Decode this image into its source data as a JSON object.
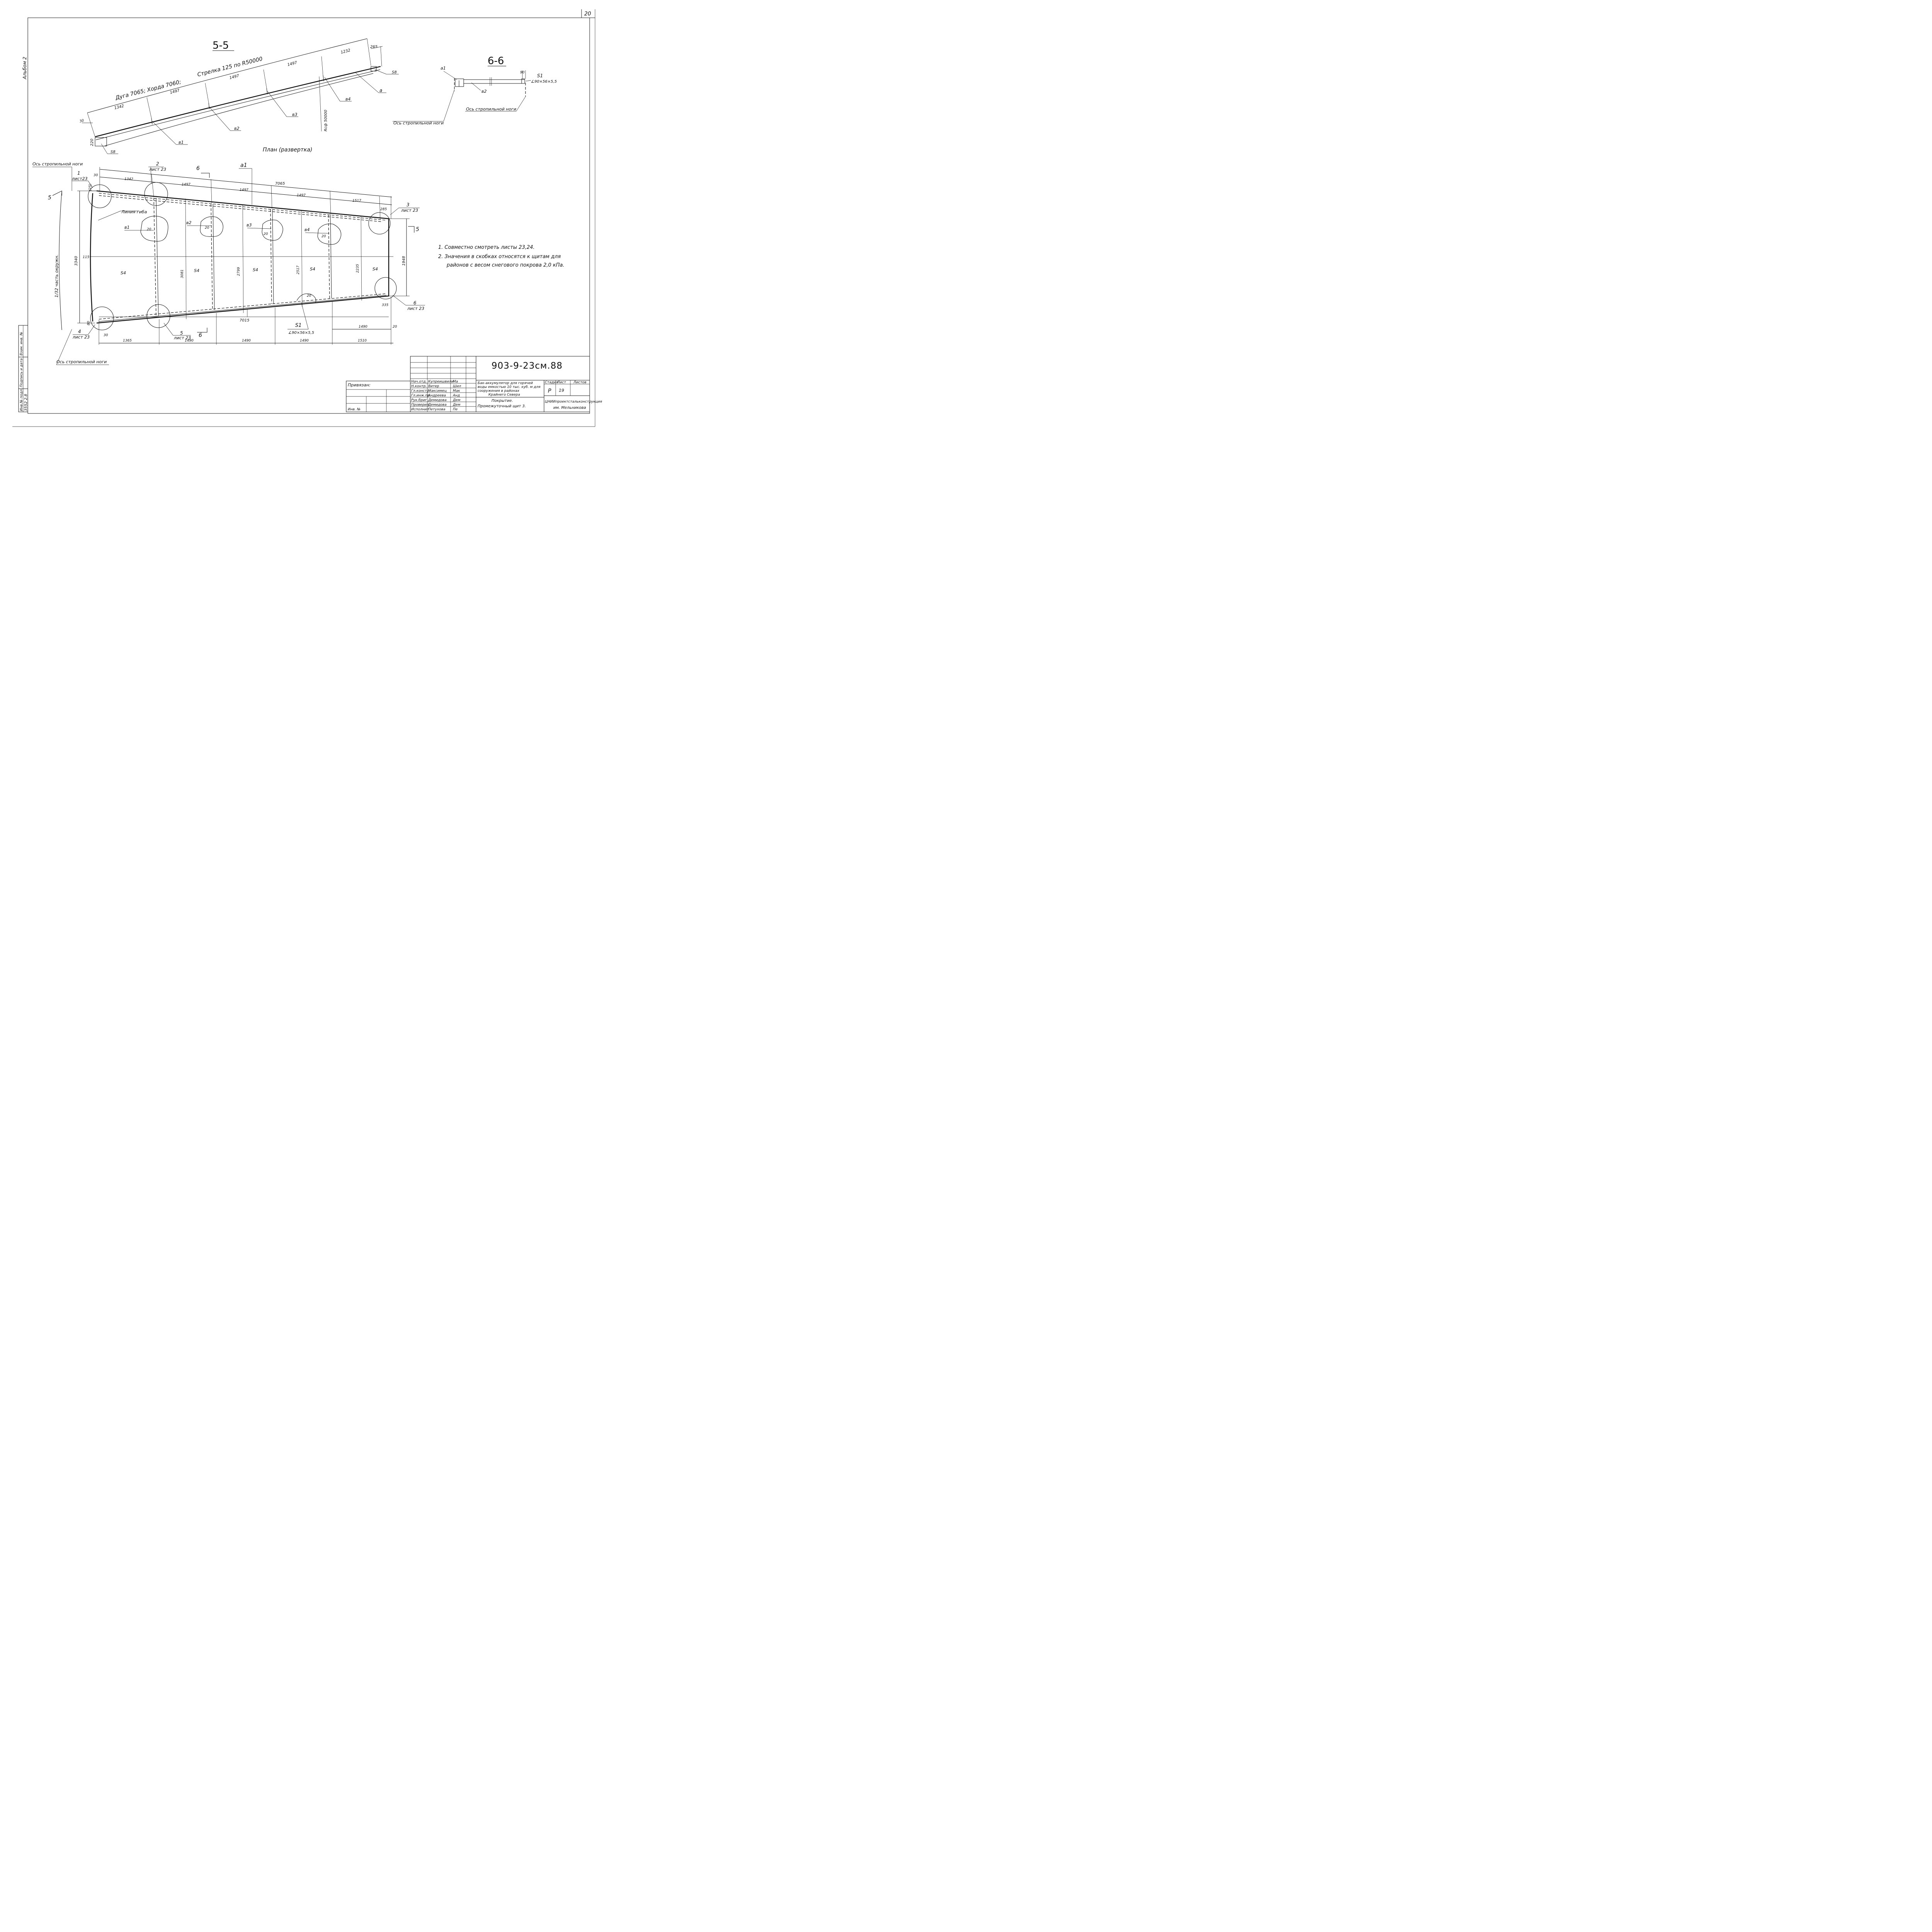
{
  "sheet": {
    "number": "20",
    "album": "Альбом 2"
  },
  "section_55": {
    "title": "5-5",
    "arc_label": "Дуга 7065; Хорда 7060;",
    "sag_label": "Стрелка 125 по R50000",
    "radius_label": "Rсф 50000",
    "dims": [
      "30",
      "1342",
      "1497",
      "1497",
      "1497",
      "1232",
      "265"
    ],
    "height_dim": "220",
    "labels": {
      "s8_left": "S8",
      "s8_right": "S8",
      "a": "a",
      "b1": "в1",
      "b2": "в2",
      "b3": "в3",
      "b4": "в4"
    }
  },
  "section_66": {
    "title": "6-6",
    "a1": "a1",
    "b2": "в2",
    "dim": "90",
    "s1": "S1",
    "profile": "∠90×56×5,5",
    "axis_label": "Ось стропильной ноги",
    "axis_label_2": "Ось стропильной ноги"
  },
  "plan": {
    "title": "План (развертка)",
    "axis_top": "Ось стропильной ноги",
    "axis_bottom": "Ось стропильной ноги",
    "line_label": "Линия гиба",
    "arc_label": "1/32 часть окружн.",
    "top_dims": [
      "30",
      "1342",
      "1497",
      "1497",
      "1497",
      "1517",
      "285"
    ],
    "total_top": "7065",
    "bottom_dims": [
      "1365",
      "1490",
      "1490",
      "1490",
      "1510"
    ],
    "total_bottom": "7015",
    "dim_1490_right": "1490",
    "dim_20": "20",
    "dim_30_bottom": "30",
    "dim_335": "335",
    "height_left": "3340",
    "height_right": "1948",
    "dim_115": "115",
    "dim_25": "(25)",
    "dim_80": "80",
    "rib_heights": [
      "3081",
      "2799",
      "2517",
      "2235"
    ],
    "panels": [
      "S4",
      "S4",
      "S4",
      "S4",
      "S4"
    ],
    "ribs": [
      "в1",
      "в2",
      "в3",
      "в4"
    ],
    "weld": "20",
    "weld_bottom": "20",
    "a1": "a1",
    "s1": "S1",
    "profile": "∠90×56×5,5",
    "section_mark_5": "5",
    "section_mark_6": "6",
    "callouts": [
      {
        "num": "1",
        "sheet": "лист23"
      },
      {
        "num": "2",
        "sheet": "лист 23"
      },
      {
        "num": "3",
        "sheet": "лист 23"
      },
      {
        "num": "4",
        "sheet": "лист 23"
      },
      {
        "num": "5",
        "sheet": "лист 23"
      },
      {
        "num": "6",
        "sheet": "лист 23"
      }
    ]
  },
  "notes": [
    "1. Совместно смотреть листы 23,24.",
    "2. Значения в скобках относятся к щитам для",
    "районов с весом снегового покрова 2,0 кПа."
  ],
  "side_stamp": {
    "inv_podl": "Инв.№ подл.",
    "inv_value": "3552 2.8",
    "podpis": "Подпись и дата",
    "vzam": "Взам. инв. №"
  },
  "title_block": {
    "doc_code": "903-9-23см.88",
    "privyazan": "Привязан:",
    "inv": "Инв. №",
    "roles": [
      "Нач.отд.",
      "Н.контр.",
      "Гл.констр.",
      "Гл.инж.пр.",
      "Рук.бриг.",
      "Проверил",
      "Исполнил"
    ],
    "names": [
      "Купреишвили",
      "Витер",
      "Максимец",
      "Андреева",
      "Демидова",
      "Демидова",
      "Петухова"
    ],
    "signs": [
      "Ma",
      "Шил",
      "Мак",
      "Анд",
      "Дем",
      "Дем",
      "Пе"
    ],
    "desc_1": "Бак-аккумулятор для горячей",
    "desc_2": "воды емкостью 10 тыс. куб. м для",
    "desc_3": "сооружения в районах",
    "desc_4": "Крайнего Севера",
    "desc_5": "Покрытие.",
    "desc_6": "Промежуточный щит 3.",
    "stage_label": "Стадия",
    "sheet_label": "Лист",
    "sheets_label": "Листов",
    "stage": "Р",
    "sheet_no": "19",
    "org": "ЦНИИпроектстальконструкция",
    "org_2": "им. Мельникова"
  }
}
